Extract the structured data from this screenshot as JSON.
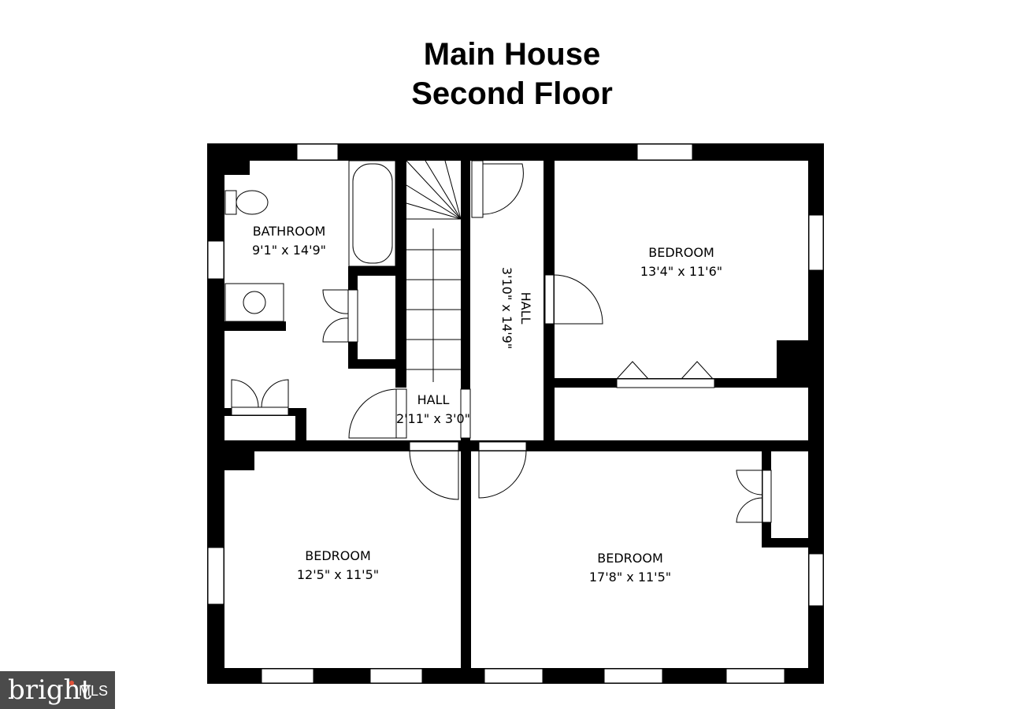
{
  "title": {
    "line1": "Main House",
    "line2": "Second Floor"
  },
  "rooms": {
    "bathroom": {
      "name": "BATHROOM",
      "dims": "9'1\" x 14'9\""
    },
    "hall_small": {
      "name": "HALL",
      "dims": "2'11\" x 3'0\""
    },
    "hall_long": {
      "name": "HALL",
      "dims": "3'10\" x 14'9\""
    },
    "bedroom_ne": {
      "name": "BEDROOM",
      "dims": "13'4\" x 11'6\""
    },
    "bedroom_sw": {
      "name": "BEDROOM",
      "dims": "12'5\" x 11'5\""
    },
    "bedroom_se": {
      "name": "BEDROOM",
      "dims": "17'8\" x 11'5\""
    }
  },
  "badge": {
    "brand": "bright",
    "suffix": "MLS",
    "brand_dot_color": "#e0523a"
  },
  "colors": {
    "wall": "#000000",
    "background": "#ffffff",
    "badge_bg": "#4b4b4b"
  }
}
